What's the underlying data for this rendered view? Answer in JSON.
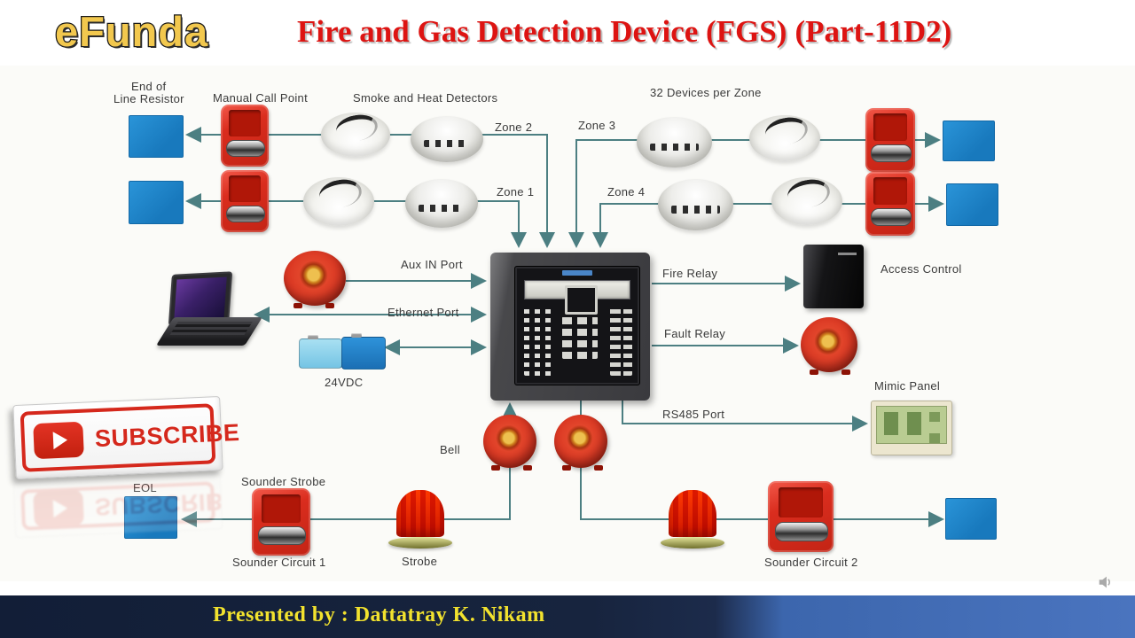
{
  "header": {
    "logo": "eFunda",
    "title_main": "Fire and Gas Detection Device (FGS)",
    "title_part": "(Part-11D2)"
  },
  "diagram": {
    "labels": {
      "end_of_line_1": "End of",
      "end_of_line_2": "Line Resistor",
      "manual_call_point": "Manual Call Point",
      "smoke_heat_detectors": "Smoke and Heat  Detectors",
      "devices_per_zone": "32 Devices per Zone",
      "zone1": "Zone 1",
      "zone2": "Zone 2",
      "zone3": "Zone 3",
      "zone4": "Zone 4",
      "aux_in_port": "Aux IN Port",
      "ethernet_port": "Ethernet Port",
      "fire_relay": "Fire Relay",
      "access_control": "Access Control",
      "fault_relay": "Fault Relay",
      "vdc": "24VDC",
      "mimic_panel": "Mimic Panel",
      "rs485_port": "RS485 Port",
      "bell": "Bell",
      "eol": "EOL",
      "sounder_strobe": "Sounder Strobe",
      "sounder_circuit_1": "Sounder Circuit 1",
      "strobe": "Strobe",
      "sounder_circuit_2": "Sounder Circuit 2"
    },
    "colors": {
      "connector": "#4c7f82",
      "eol_block_blue": "#1b80c6",
      "device_red": "#da2d1e",
      "title_red": "#dd1412",
      "logo_yellow": "#f2c84e",
      "footer_navy": "#17243e",
      "footer_blue": "#4a74bf",
      "footer_text_yellow": "#f2e22e"
    }
  },
  "subscribe": {
    "label": "SUBSCRIBE"
  },
  "footer": {
    "presented_by": "Presented by : Dattatray K. Nikam"
  }
}
